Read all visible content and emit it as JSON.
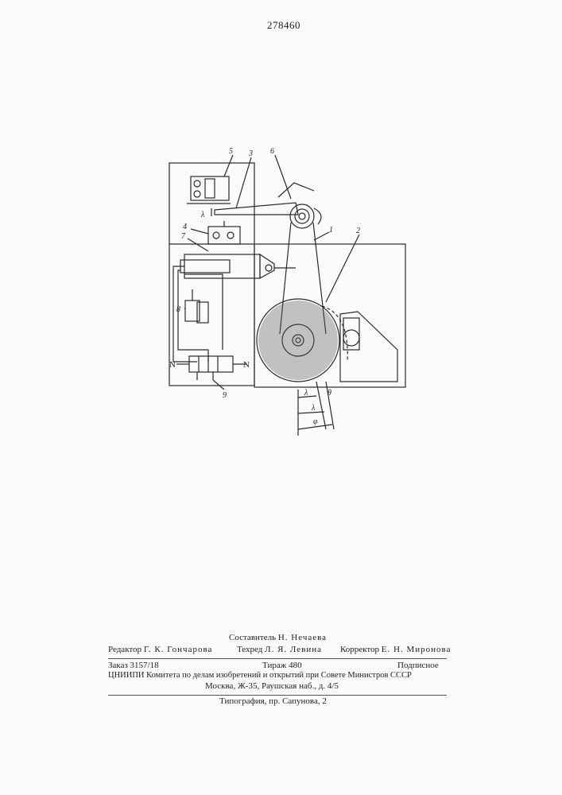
{
  "header": {
    "patent_number": "278460"
  },
  "drawing": {
    "part_labels": [
      "1",
      "2",
      "3",
      "4",
      "5",
      "6",
      "7",
      "8",
      "9"
    ],
    "magnet_labels": [
      "N",
      "N"
    ],
    "gap_label": "λ",
    "angle_labels": [
      "λ",
      "θ",
      "λ",
      "φ"
    ]
  },
  "colophon": {
    "compiler_label": "Составитель",
    "compiler_name": "Н. Нечаева",
    "editor_label": "Редактор",
    "editor_name": "Г. К. Гончарова",
    "techred_label": "Техред",
    "techred_name": "Л. Я. Левина",
    "corrector_label": "Корректор",
    "corrector_name": "Е. Н. Миронова",
    "order": "Заказ 3157/18",
    "circulation": "Тираж 480",
    "subscription": "Подписное",
    "institution_line1": "ЦНИИПИ Комитета по делам изобретений и открытий при Совете Министров СССР",
    "institution_line2": "Москва, Ж-35, Раушская наб., д. 4/5",
    "printer": "Типография, пр. Сапунова, 2"
  }
}
